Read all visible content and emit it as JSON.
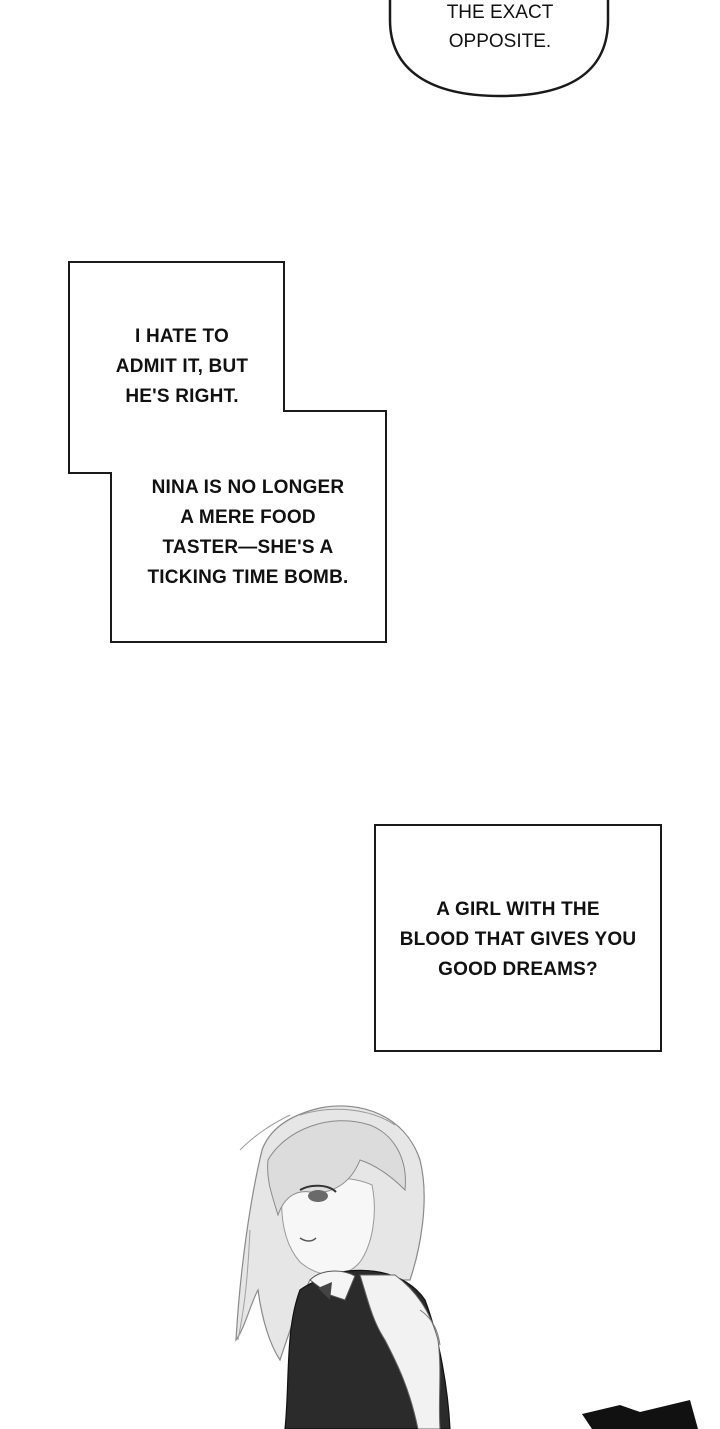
{
  "speech_bubble": {
    "lines": [
      "THE EXACT",
      "OPPOSITE."
    ]
  },
  "caption_box_1": {
    "part_a_lines": [
      "I HATE TO",
      "ADMIT IT, BUT",
      "HE'S RIGHT."
    ],
    "part_b_lines": [
      "NINA IS NO LONGER",
      "A MERE FOOD",
      "TASTER—SHE'S A",
      "TICKING TIME BOMB."
    ]
  },
  "caption_box_2": {
    "lines": [
      "A GIRL WITH THE",
      "BLOOD THAT GIVES YOU",
      "GOOD DREAMS?"
    ]
  },
  "colors": {
    "background": "#ffffff",
    "ink": "#1a1a1a",
    "dress": "#2b2b2b",
    "hair": "#e4e4e4"
  }
}
